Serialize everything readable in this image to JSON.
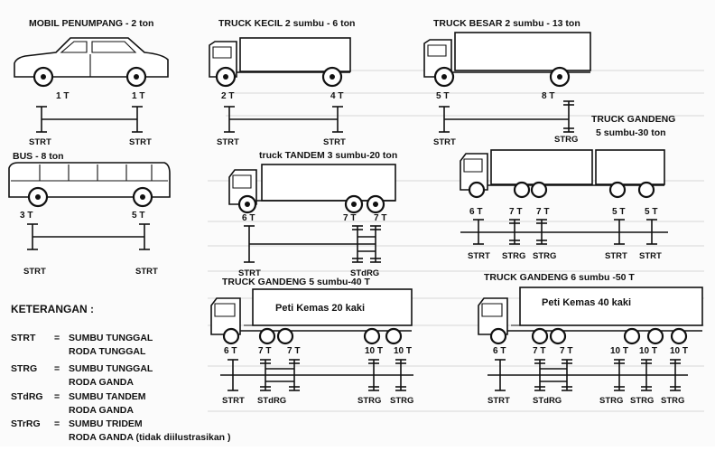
{
  "vehicles": {
    "car": {
      "title": "MOBIL PENUMPANG - 2 ton",
      "loads": [
        "1 T",
        "1 T"
      ],
      "axles": [
        "STRT",
        "STRT"
      ]
    },
    "truck_small": {
      "title": "TRUCK KECIL 2 sumbu - 6 ton",
      "loads": [
        "2 T",
        "4 T"
      ],
      "axles": [
        "STRT",
        "STRT"
      ]
    },
    "truck_big": {
      "title": "TRUCK BESAR 2 sumbu - 13 ton",
      "loads": [
        "5 T",
        "8 T"
      ],
      "axles": [
        "STRT",
        "STRG"
      ]
    },
    "truck_trailer5": {
      "title_line1": "TRUCK GANDENG",
      "title_line2": "5 sumbu-30 ton",
      "loads": [
        "6 T",
        "7 T",
        "7 T",
        "5 T",
        "5 T"
      ],
      "axles": [
        "STRT",
        "STRG",
        "STRG",
        "STRT",
        "STRT"
      ]
    },
    "bus": {
      "title": "BUS - 8 ton",
      "loads": [
        "3 T",
        "5 T"
      ],
      "axles": [
        "STRT",
        "STRT"
      ]
    },
    "truck_tandem": {
      "title": "truck TANDEM 3 sumbu-20 ton",
      "loads": [
        "6 T",
        "7 T",
        "7 T"
      ],
      "axles": [
        "STRT",
        "STdRG"
      ]
    },
    "trailer40": {
      "title": "TRUCK GANDENG  5 sumbu-40 T",
      "box": "Peti Kemas 20 kaki",
      "loads": [
        "6 T",
        "7 T",
        "7 T",
        "10 T",
        "10 T"
      ],
      "axles": [
        "STRT",
        "STdRG",
        "STRG",
        "STRG"
      ]
    },
    "trailer50": {
      "title": "TRUCK GANDENG 6 sumbu -50 T",
      "box": "Peti Kemas 40 kaki",
      "loads": [
        "6 T",
        "7 T",
        "7 T",
        "10 T",
        "10 T",
        "10 T"
      ],
      "axles": [
        "STRT",
        "STdRG",
        "STRG",
        "STRG",
        "STRG"
      ]
    }
  },
  "legend": {
    "heading": "KETERANGAN :",
    "items": [
      {
        "code": "STRT",
        "eq": "=",
        "line1": "SUMBU TUNGGAL",
        "line2": "RODA TUNGGAL"
      },
      {
        "code": "STRG",
        "eq": "=",
        "line1": "SUMBU TUNGGAL",
        "line2": "RODA GANDA"
      },
      {
        "code": "STdRG",
        "eq": "=",
        "line1": "SUMBU TANDEM",
        "line2": "RODA GANDA"
      },
      {
        "code": "STrRG",
        "eq": "=",
        "line1": "SUMBU TRIDEM",
        "line2": "RODA GANDA (tidak diilustrasikan )"
      }
    ]
  }
}
